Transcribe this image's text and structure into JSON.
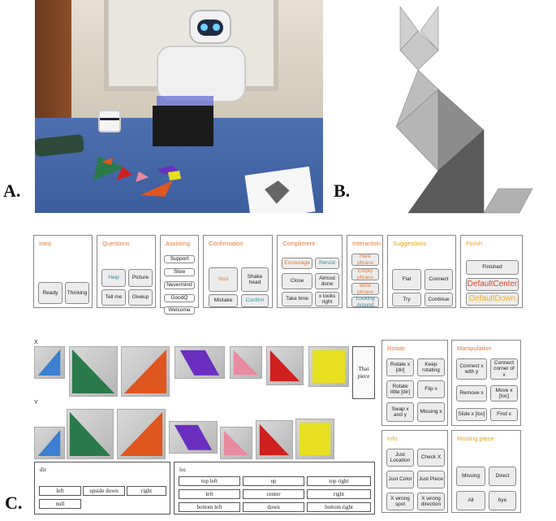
{
  "figure_labels": {
    "a": "A.",
    "b": "B.",
    "c": "C."
  },
  "colors": {
    "section_title_orange": "#e07a3a",
    "section_title_yellow": "#e8a319",
    "teal_button_text": "#2c8ea3",
    "orange_button_text": "#e07a3a",
    "default_center": "#e0422a",
    "default_down": "#f0b12a",
    "tangram_blue": "#3a7fd0",
    "tangram_green": "#2a7a4a",
    "tangram_orange": "#e0561f",
    "tangram_purple": "#6a2fc0",
    "tangram_pink": "#e88aa0",
    "tangram_red": "#d02020",
    "tangram_yellow": "#e6e020"
  },
  "groups": {
    "intro": {
      "title": "Intro",
      "buttons": [
        "Ready",
        "Thinking"
      ]
    },
    "questions": {
      "title": "Questions",
      "buttons": [
        "Help",
        "Picture",
        "Tell me",
        "Giveup"
      ]
    },
    "assisting": {
      "title": "Assisting",
      "buttons": [
        "Support",
        "Slow",
        "Nevermind",
        "GoodQ",
        "Welcome"
      ]
    },
    "confirmation": {
      "title": "Confirmation",
      "buttons": [
        "Nod",
        "Shake head",
        "Mistake",
        "Confirm"
      ]
    },
    "compliment": {
      "title": "Compliment",
      "buttons": [
        "Encourage",
        "Persist",
        "Close",
        "Almost done",
        "Take time",
        "x looks right"
      ]
    },
    "interaction": {
      "title": "Interaction",
      "buttons": [
        "Here phrase",
        "Empty phrase",
        "Wow phrase",
        "Looking Around"
      ]
    },
    "suggestions": {
      "title": "Suggestions",
      "buttons": [
        "Flat",
        "Connect",
        "Try",
        "Continue"
      ]
    },
    "finish": {
      "title": "Finish",
      "buttons": [
        "Finished",
        "DefaultCenter",
        "DefaultDown"
      ]
    },
    "rotate": {
      "title": "Rotate",
      "buttons": [
        "Rotate x [dir]",
        "Keep rotating",
        "Rotate little [dir]",
        "Flip x",
        "Swap x and y",
        "Missing x"
      ]
    },
    "manipulation": {
      "title": "Manipulation",
      "buttons": [
        "Connect x with y",
        "Connect corner of x",
        "Remove x",
        "Move x [loc]",
        "Slide x [loc]",
        "Find x"
      ]
    },
    "info": {
      "title": "Info",
      "buttons": [
        "Just Location",
        "Check X",
        "Just Color",
        "Just Piece",
        "X wrong spot",
        "X wrong direction"
      ]
    },
    "missing_piece": {
      "title": "Missing piece",
      "buttons": [
        "Missing",
        "Direct",
        "All",
        "bye"
      ]
    }
  },
  "pieces": {
    "x_label": "X",
    "y_label": "Y",
    "that_piece": "That piece"
  },
  "dir": {
    "title": "dir",
    "options": [
      "left",
      "upside down",
      "right",
      "null"
    ]
  },
  "loc": {
    "title": "loc",
    "options": [
      "top left",
      "up",
      "top right",
      "left",
      "center",
      "right",
      "bottom left",
      "down",
      "bottom right"
    ]
  }
}
